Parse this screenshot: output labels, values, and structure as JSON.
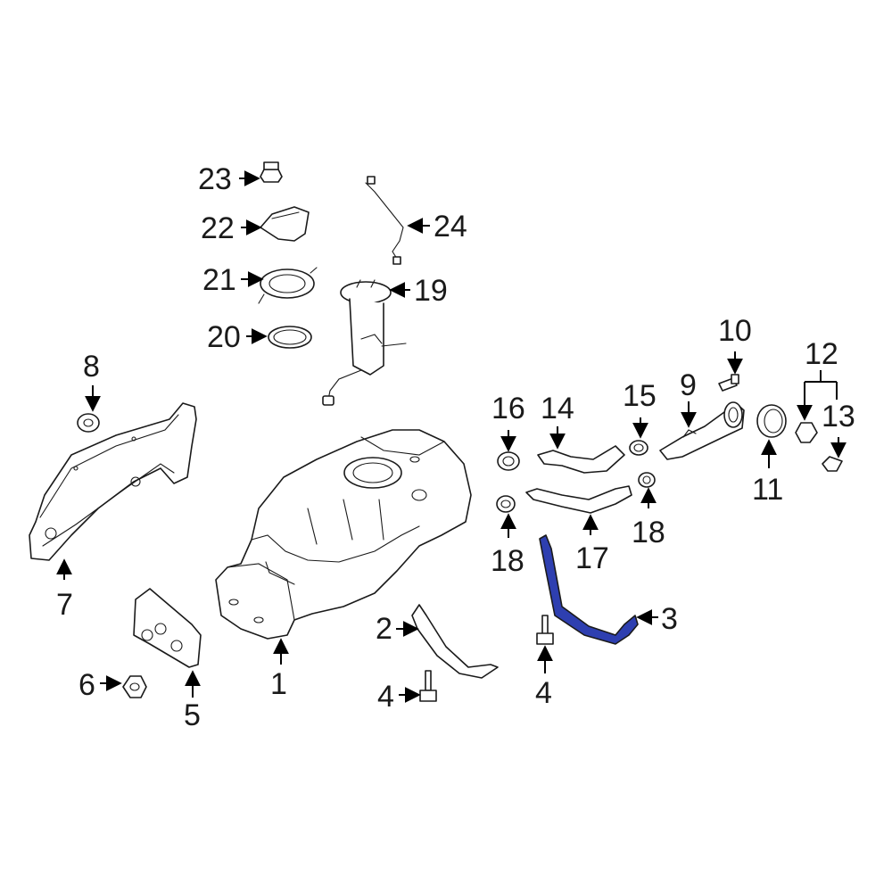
{
  "diagram": {
    "highlight_color": "#2e3fb0",
    "highlighted_part": "3",
    "callouts": [
      {
        "id": "c1",
        "label": "1"
      },
      {
        "id": "c2",
        "label": "2"
      },
      {
        "id": "c3",
        "label": "3"
      },
      {
        "id": "c4a",
        "label": "4"
      },
      {
        "id": "c4b",
        "label": "4"
      },
      {
        "id": "c5",
        "label": "5"
      },
      {
        "id": "c6",
        "label": "6"
      },
      {
        "id": "c7",
        "label": "7"
      },
      {
        "id": "c8",
        "label": "8"
      },
      {
        "id": "c9",
        "label": "9"
      },
      {
        "id": "c10",
        "label": "10"
      },
      {
        "id": "c11",
        "label": "11"
      },
      {
        "id": "c12",
        "label": "12"
      },
      {
        "id": "c13",
        "label": "13"
      },
      {
        "id": "c14",
        "label": "14"
      },
      {
        "id": "c15",
        "label": "15"
      },
      {
        "id": "c16",
        "label": "16"
      },
      {
        "id": "c17",
        "label": "17"
      },
      {
        "id": "c18a",
        "label": "18"
      },
      {
        "id": "c18b",
        "label": "18"
      },
      {
        "id": "c19",
        "label": "19"
      },
      {
        "id": "c20",
        "label": "20"
      },
      {
        "id": "c21",
        "label": "21"
      },
      {
        "id": "c22",
        "label": "22"
      },
      {
        "id": "c23",
        "label": "23"
      },
      {
        "id": "c24",
        "label": "24"
      }
    ]
  }
}
